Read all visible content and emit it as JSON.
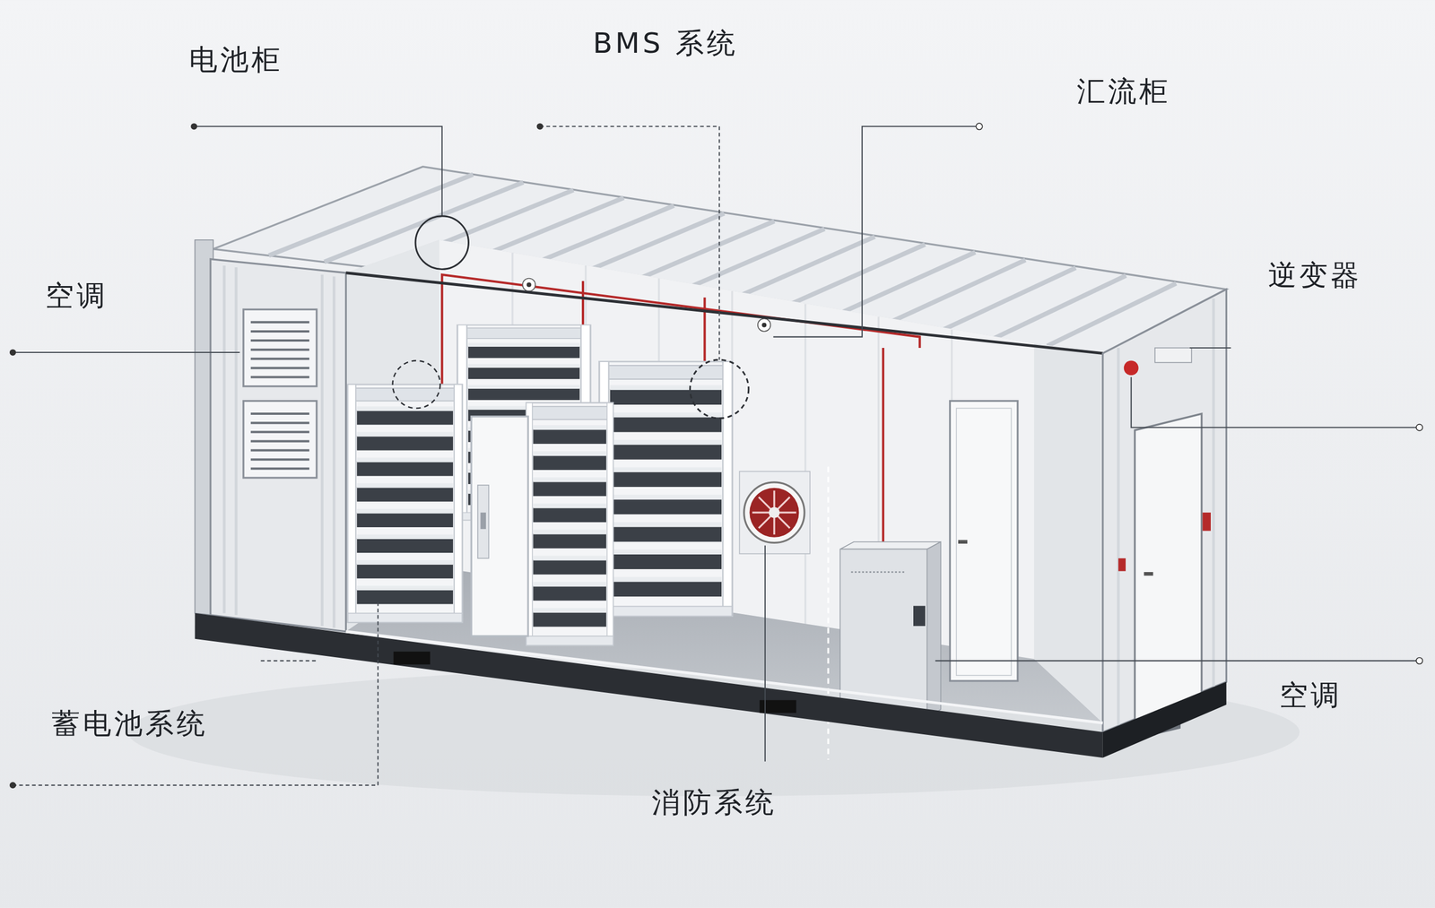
{
  "diagram": {
    "labels": [
      "电池柜",
      "BMS 系统",
      "汇流柜",
      "空调",
      "逆变器",
      "蓄电池系统",
      "消防系统",
      "空调"
    ]
  }
}
